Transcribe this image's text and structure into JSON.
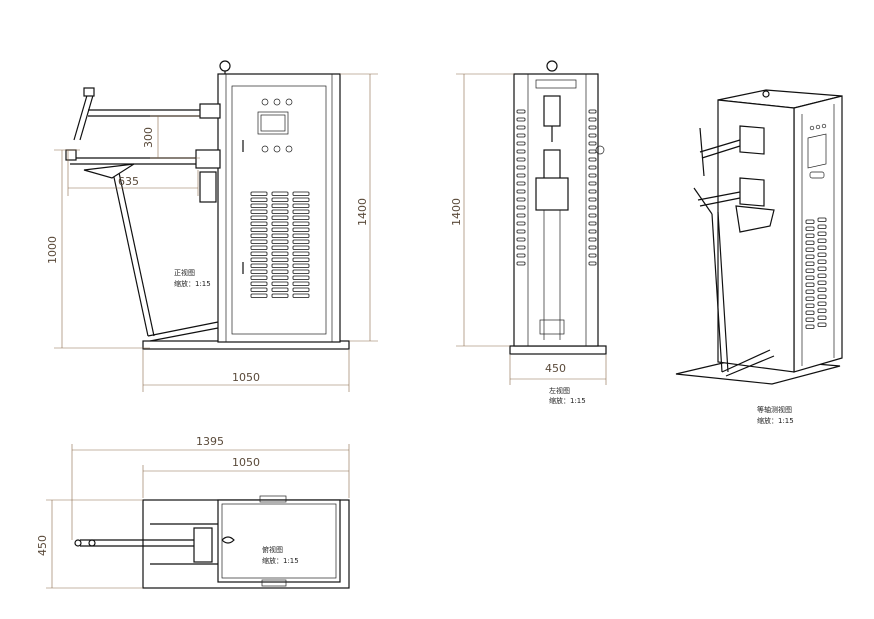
{
  "dimensions": {
    "front_arm_height": "300",
    "front_arm_reach": "635",
    "front_total_height": "1400",
    "front_pedal_height": "1000",
    "front_width": "1050",
    "side_height": "1400",
    "side_depth": "450",
    "top_overall": "1395",
    "top_base": "1050",
    "top_depth": "450"
  },
  "labels": {
    "front_view_title": "正视图",
    "front_view_scale": "缩放：1:15",
    "left_view_title": "左视图",
    "left_view_scale": "缩放：1:15",
    "iso_view_title": "等轴测视图",
    "iso_view_scale": "缩放：1:15",
    "top_view_title": "俯视图",
    "top_view_scale": "缩放：1:15"
  }
}
